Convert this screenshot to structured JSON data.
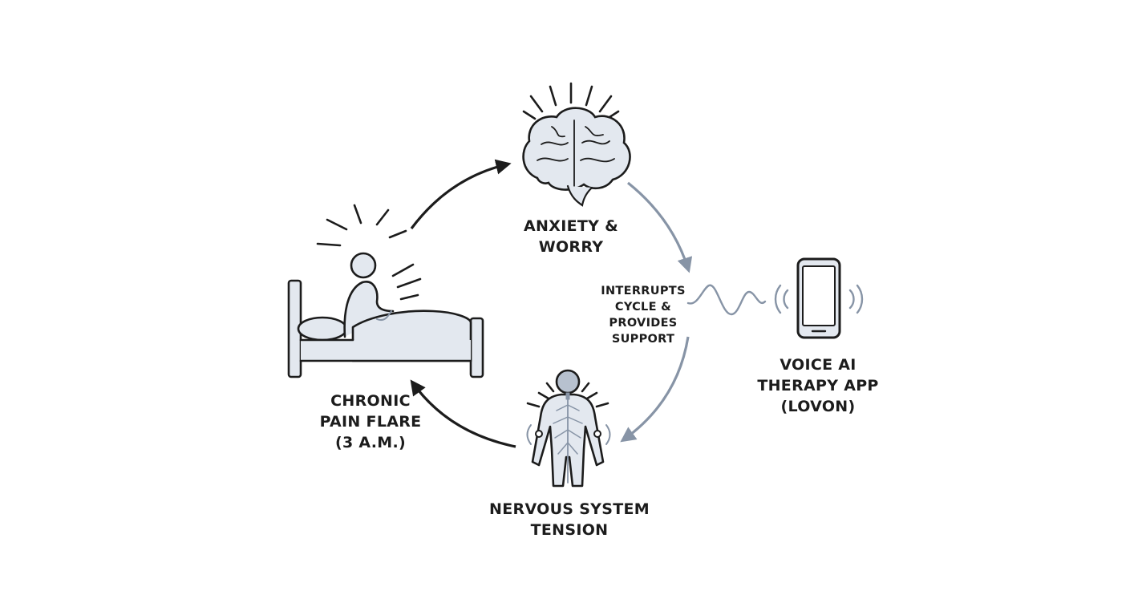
{
  "nodes": {
    "anxiety": {
      "lines": [
        "ANXIETY &",
        "WORRY"
      ]
    },
    "pain": {
      "lines": [
        "CHRONIC",
        "PAIN FLARE",
        "(3 A.M.)"
      ]
    },
    "nervous": {
      "lines": [
        "NERVOUS SYSTEM",
        "TENSION"
      ]
    },
    "app": {
      "lines": [
        "VOICE AI",
        "THERAPY APP",
        "(LOVON)"
      ]
    }
  },
  "intervention": {
    "lines": [
      "INTERRUPTS",
      "CYCLE &",
      "PROVIDES",
      "SUPPORT"
    ]
  },
  "icons": {
    "brain": "brain-icon",
    "person_in_bed": "person-in-bed-icon",
    "nervous_system": "nervous-system-body-icon",
    "phone": "smartphone-icon",
    "sound_wave": "sound-wave-icon"
  },
  "colors": {
    "ink": "#1c1c1c",
    "intervention": "#8794a6",
    "fill": "#e3e8ef"
  }
}
